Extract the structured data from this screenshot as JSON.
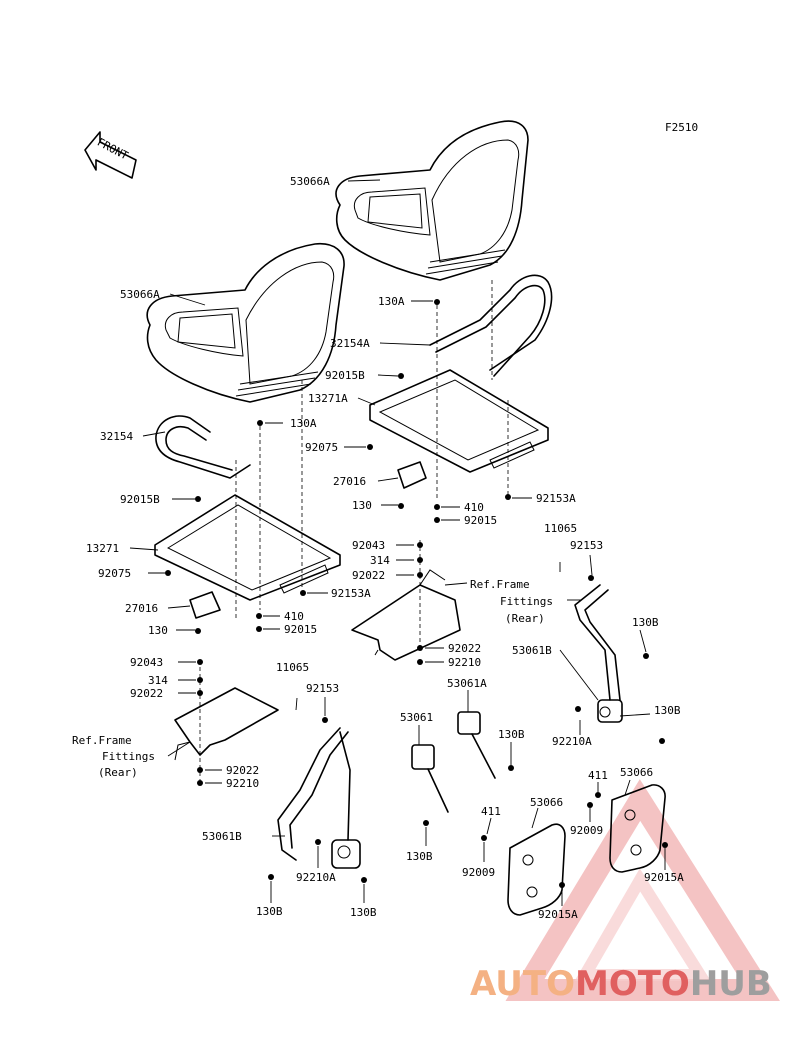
{
  "diagram": {
    "figure_code": "F2510",
    "front_label": "FRONT",
    "ref_frame_label": [
      "Ref.Frame",
      "Fittings",
      "(Rear)"
    ],
    "watermark": {
      "auto": "AUTO",
      "moto": "MOTO",
      "hub": "HUB",
      "color_auto": "#f4b183",
      "color_moto": "#e06060",
      "color_hub": "#9e9e9e"
    },
    "parts": {
      "seat_left": "53066A",
      "seat_right": "53066A",
      "bolt_130A_right": "130A",
      "bolt_130A_left": "130A",
      "bar_right": "32154A",
      "bar_left": "32154",
      "clip_right": "92015B",
      "clip_left": "92015B",
      "base_right": "13271A",
      "base_left": "13271",
      "nut_right": "92075",
      "nut_left": "92075",
      "bracket_right": "27016",
      "bracket_left": "27016",
      "bolt_130_right": "130",
      "bolt_130_left": "130",
      "plug_410_right": "410",
      "plug_410_left": "410",
      "clip_92015_right": "92015",
      "clip_92015_left": "92015",
      "bolt_92153A_right": "92153A",
      "bolt_92153A_left": "92153A",
      "bolt_92043_right": "92043",
      "bolt_92043_left": "92043",
      "washer_314_right": "314",
      "washer_314_left": "314",
      "collar_92022_right_top": "92022",
      "collar_92022_left_top": "92022",
      "collar_92022_right_bottom": "92022",
      "collar_92022_left_bottom": "92022",
      "nut_92210_right": "92210",
      "nut_92210_left": "92210",
      "cover_11065_right": "11065",
      "cover_11065_left": "11065",
      "bolt_92153_right": "92153",
      "bolt_92153_left": "92153",
      "bolt_130B_r1": "130B",
      "bolt_130B_r2": "130B",
      "belt_right": "53061B",
      "belt_left": "53061B",
      "nut_92210A_right": "92210A",
      "nut_92210A_left": "92210A",
      "buckle_53061A": "53061A",
      "buckle_53061": "53061",
      "bolt_130B_mid1": "130B",
      "bolt_130B_mid2": "130B",
      "bolt_130B_left1": "130B",
      "bolt_130B_left2": "130B",
      "plug_411_a": "411",
      "plug_411_b": "411",
      "pad_53066_a": "53066",
      "pad_53066_b": "53066",
      "clip_92009_a": "92009",
      "clip_92009_b": "92009",
      "clip_92015A_a": "92015A",
      "clip_92015A_b": "92015A"
    }
  }
}
